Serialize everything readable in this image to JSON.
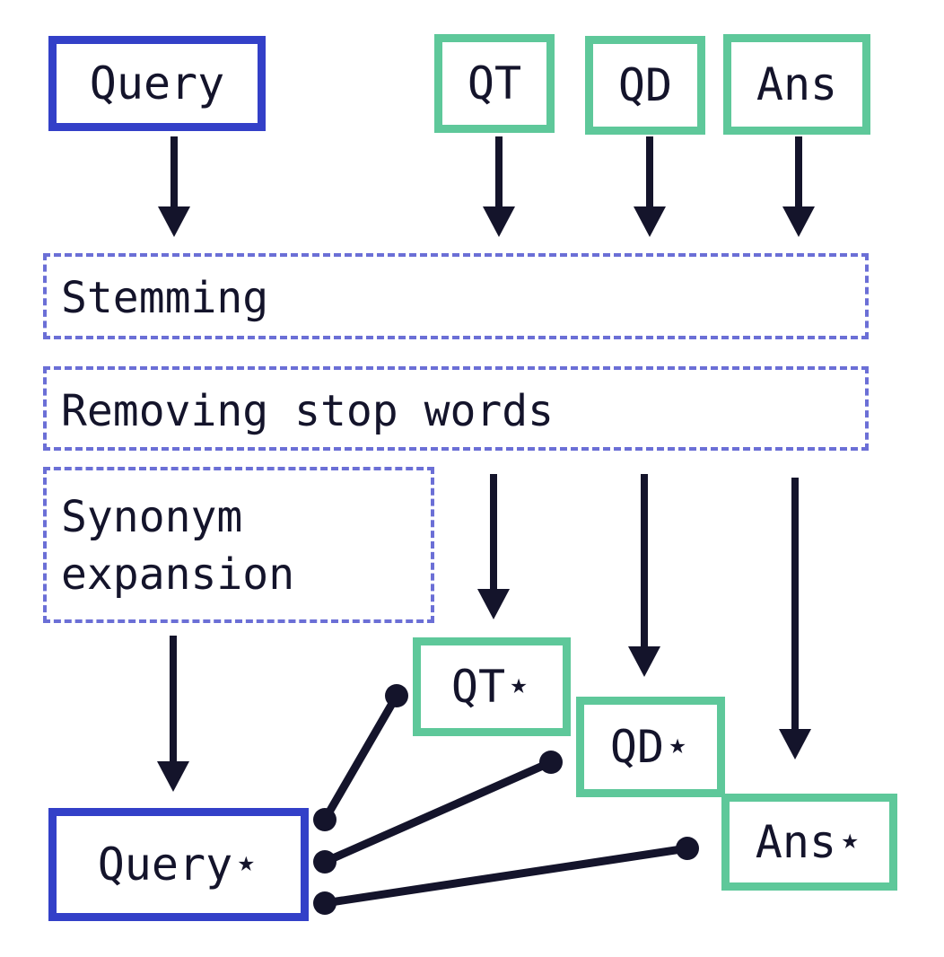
{
  "inputs": {
    "query": "Query",
    "qt": "QT",
    "qd": "QD",
    "ans": "Ans"
  },
  "steps": {
    "stemming": "Stemming",
    "stop_words": "Removing stop words",
    "synonym": "Synonym\nexpansion"
  },
  "outputs": {
    "query": "Query⋆",
    "qt": "QT⋆",
    "qd": "QD⋆",
    "ans": "Ans⋆"
  },
  "colors": {
    "query_border": "#3340c8",
    "doc_border": "#5ec89a",
    "step_border": "#6b6fd6",
    "arrow": "#14142b"
  }
}
